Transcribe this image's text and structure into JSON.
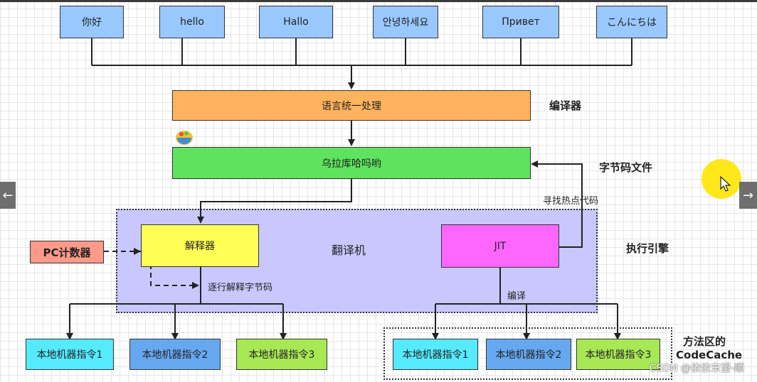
{
  "greetings": [
    "你好",
    "hello",
    "Hallo",
    "안녕하세요",
    "Привет",
    "こんにちは"
  ],
  "compiler_box": "语言统一处理",
  "compiler_label": "编译器",
  "bytecode_box": "乌拉库哈吗哟",
  "bytecode_label": "字节码文件",
  "hotspot_label": "寻找热点代码",
  "exec_engine_label": "执行引擎",
  "translator_label": "翻译机",
  "interpreter_box": "解释器",
  "jit_box": "JIT",
  "pc_box": "PC计数器",
  "interpret_line_label": "逐行解释字节码",
  "compile_label": "编译",
  "machine_left": [
    "本地机器指令1",
    "本地机器指令2",
    "本地机器指令3"
  ],
  "machine_right": [
    "本地机器指令1",
    "本地机器指令2",
    "本地机器指令3"
  ],
  "method_area_label_line1": "方法区的",
  "method_area_label_line2": "CodeCache",
  "watermark": "CSDN @依依东望-顺",
  "nav": {
    "prev": "←",
    "next": "→"
  },
  "icon": "java-coffee-icon",
  "colors": {
    "greeting": "#99c8ff",
    "compiler": "#ffb35c",
    "bytecode": "#5ee35e",
    "exec_region": "#c8c8ff",
    "interpreter": "#ffff55",
    "jit": "#ff66ff",
    "pc": "#ff9a8a",
    "machine_cyan": "#55eaff",
    "machine_blue": "#66a8f0",
    "machine_green": "#a8e855"
  }
}
